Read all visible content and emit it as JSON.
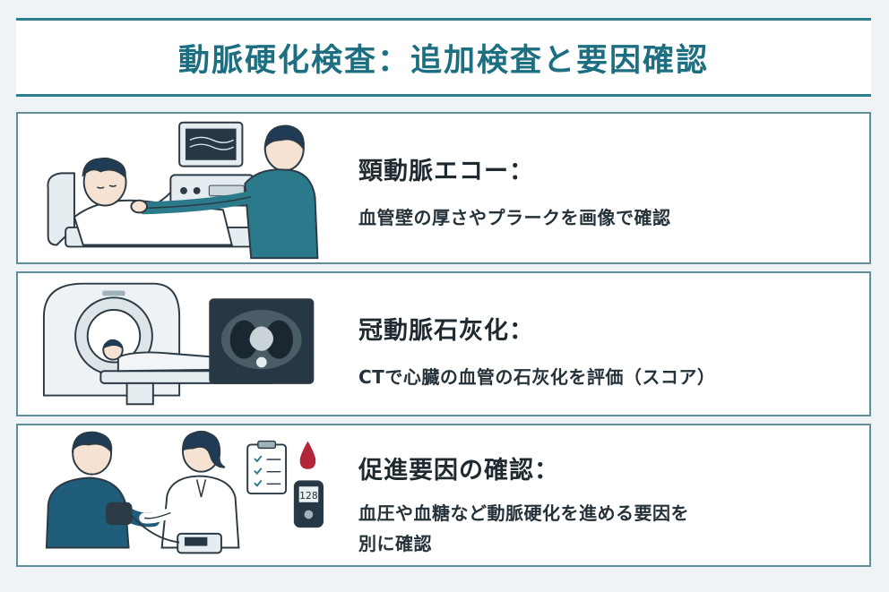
{
  "header": {
    "title": "動脈硬化検査：追加検査と要因確認"
  },
  "cards": [
    {
      "title": "頸動脈エコー：",
      "description": "血管壁の厚さやプラークを画像で確認"
    },
    {
      "title": "冠動脈石灰化：",
      "description": "CTで心臓の血管の石灰化を評価（スコア）"
    },
    {
      "title": "促進要因の確認：",
      "description_line1": "血圧や血糖など動脈硬化を進める要因を",
      "description_line2": "別に確認",
      "meter_reading": "128"
    }
  ],
  "colors": {
    "accent": "#1c6f80",
    "border": "#5f8f99",
    "navy": "#1f5d7a",
    "teal_scrubs": "#2a7a8c"
  }
}
